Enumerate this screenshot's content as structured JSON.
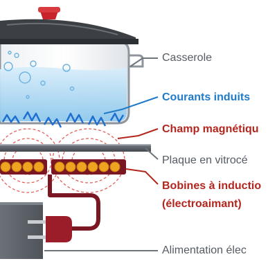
{
  "labels": {
    "casserole": "Casserole",
    "courants": "Courants induits",
    "champ": "Champ magnétiqu",
    "plaque": "Plaque en vitrocé",
    "bobines_line1": "Bobines à inductio",
    "bobines_line2": "(électroaimant)",
    "alimentation": "Alimentation élec"
  },
  "colors": {
    "pot_lid": "#3c3f44",
    "lid_knob": "#c8232c",
    "pot_outline": "#8f959c",
    "water": "#9cd0ef",
    "eddy_currents": "#1f6fd1",
    "magnetic_field": "#e0443c",
    "cooktop_glass": "#5d6168",
    "coils_body": "#7a1722",
    "coil_turn": "#f0a320",
    "power_box": "#5f646b",
    "plug_red": "#9b1d2a",
    "leader_line": "#6d747c",
    "text_gray": "#555b63",
    "text_blue": "#1f7ac9",
    "text_red": "#b3261e"
  }
}
